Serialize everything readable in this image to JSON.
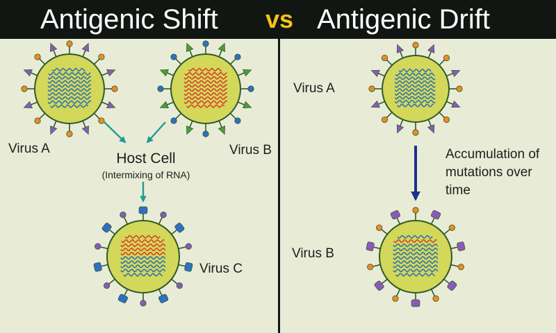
{
  "header": {
    "left_title": "Antigenic Shift",
    "vs": "vs",
    "right_title": "Antigenic Drift"
  },
  "shift": {
    "virus_a": "Virus A",
    "virus_b": "Virus B",
    "host_cell": "Host Cell",
    "host_cell_note": "(Intermixing of RNA)",
    "virus_c": "Virus C"
  },
  "drift": {
    "virus_a": "Virus A",
    "virus_b": "Virus B",
    "mutation_note": "Accumulation of mutations over time"
  },
  "colors": {
    "title_bar": "#121612",
    "vs_accent": "#f2c318",
    "panel_bg": "#e8ecd6",
    "virus_body": "#d3d85a",
    "virus_outline": "#2f5a2a",
    "rna_blue": "#2a6fb4",
    "rna_red": "#d83a2a",
    "spike_orange": "#ee8a22",
    "spike_purple": "#8a5ab8",
    "spike_blue": "#2f6fc4",
    "spike_green": "#4f9a3a",
    "arrow_teal": "#1f9a94",
    "arrow_navy": "#1e2f8c"
  }
}
